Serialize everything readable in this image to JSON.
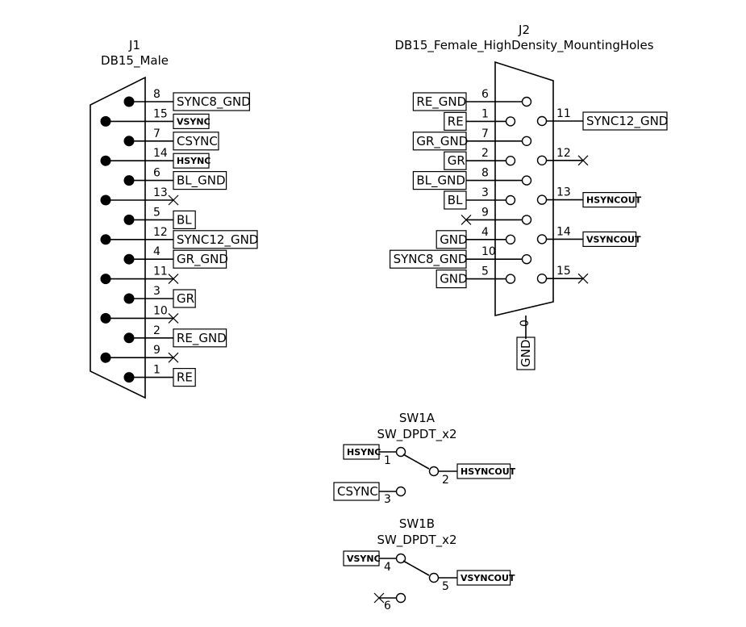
{
  "j1": {
    "ref": "J1",
    "value": "DB15_Male",
    "pins": [
      {
        "num": "8",
        "net": "SYNC8_GND",
        "small": false
      },
      {
        "num": "15",
        "net": "VSYNC",
        "small": true
      },
      {
        "num": "7",
        "net": "CSYNC",
        "small": false
      },
      {
        "num": "14",
        "net": "HSYNC",
        "small": true
      },
      {
        "num": "6",
        "net": "BL_GND",
        "small": false
      },
      {
        "num": "13",
        "net": "",
        "small": false
      },
      {
        "num": "5",
        "net": "BL",
        "small": false
      },
      {
        "num": "12",
        "net": "SYNC12_GND",
        "small": false
      },
      {
        "num": "4",
        "net": "GR_GND",
        "small": false
      },
      {
        "num": "11",
        "net": "",
        "small": false
      },
      {
        "num": "3",
        "net": "GR",
        "small": false
      },
      {
        "num": "10",
        "net": "",
        "small": false
      },
      {
        "num": "2",
        "net": "RE_GND",
        "small": false
      },
      {
        "num": "9",
        "net": "",
        "small": false
      },
      {
        "num": "1",
        "net": "RE",
        "small": false
      }
    ]
  },
  "j2": {
    "ref": "J2",
    "value": "DB15_Female_HighDensity_MountingHoles",
    "left_pins": [
      {
        "num": "6",
        "net": "RE_GND"
      },
      {
        "num": "1",
        "net": "RE"
      },
      {
        "num": "7",
        "net": "GR_GND"
      },
      {
        "num": "2",
        "net": "GR"
      },
      {
        "num": "8",
        "net": "BL_GND"
      },
      {
        "num": "3",
        "net": "BL"
      },
      {
        "num": "9",
        "net": ""
      },
      {
        "num": "4",
        "net": "GND"
      },
      {
        "num": "10",
        "net": "SYNC8_GND"
      },
      {
        "num": "5",
        "net": "GND"
      }
    ],
    "right_pins": [
      {
        "num": "11",
        "net": "SYNC12_GND",
        "small": false
      },
      {
        "num": "12",
        "net": "",
        "small": false
      },
      {
        "num": "13",
        "net": "HSYNCOUT",
        "small": true
      },
      {
        "num": "14",
        "net": "VSYNCOUT",
        "small": true
      },
      {
        "num": "15",
        "net": "",
        "small": false
      }
    ],
    "shield": {
      "num": "0",
      "net": "GND"
    }
  },
  "sw1a": {
    "ref": "SW1A",
    "value": "SW_DPDT_x2",
    "pin_a": {
      "num": "1",
      "net": "HSYNC"
    },
    "pin_common": {
      "num": "2",
      "net": "HSYNCOUT"
    },
    "pin_b": {
      "num": "3",
      "net": "CSYNC"
    }
  },
  "sw1b": {
    "ref": "SW1B",
    "value": "SW_DPDT_x2",
    "pin_a": {
      "num": "4",
      "net": "VSYNC"
    },
    "pin_common": {
      "num": "5",
      "net": "VSYNCOUT"
    },
    "pin_b": {
      "num": "6",
      "net": ""
    }
  }
}
